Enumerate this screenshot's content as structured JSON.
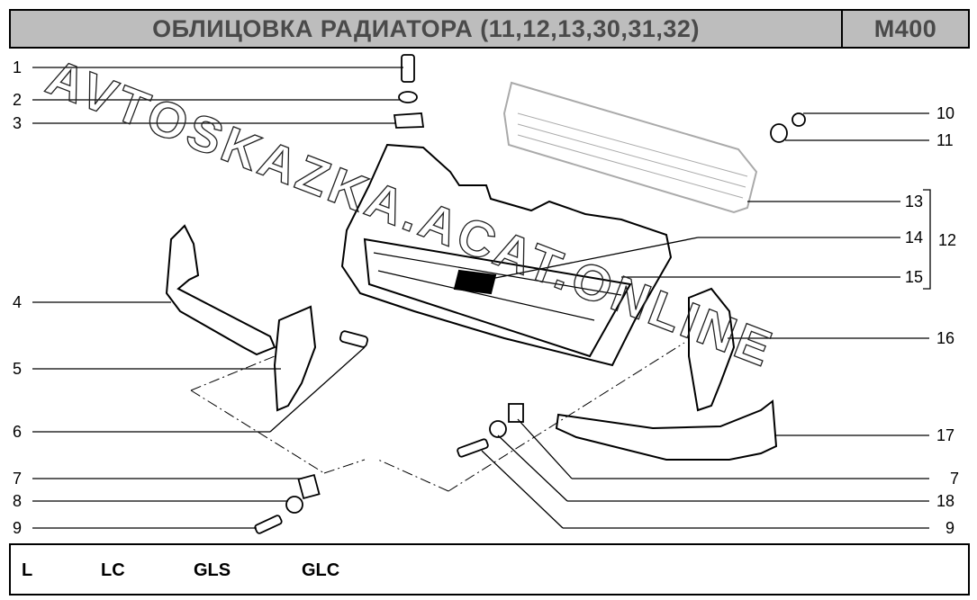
{
  "header": {
    "title": "ОБЛИЦОВКА РАДИАТОРА (11,12,13,30,31,32)",
    "code": "M400"
  },
  "callouts_left": [
    "1",
    "2",
    "3",
    "4",
    "5",
    "6",
    "7",
    "8",
    "9"
  ],
  "callouts_right": [
    "10",
    "11",
    "13",
    "14",
    "15",
    "16",
    "17",
    "7",
    "18",
    "9"
  ],
  "group_label": "12",
  "watermark": "AVTOSKAZKA.ACAT.ONLINE",
  "footer": {
    "trims": [
      "L",
      "LC",
      "GLS",
      "GLC"
    ]
  }
}
